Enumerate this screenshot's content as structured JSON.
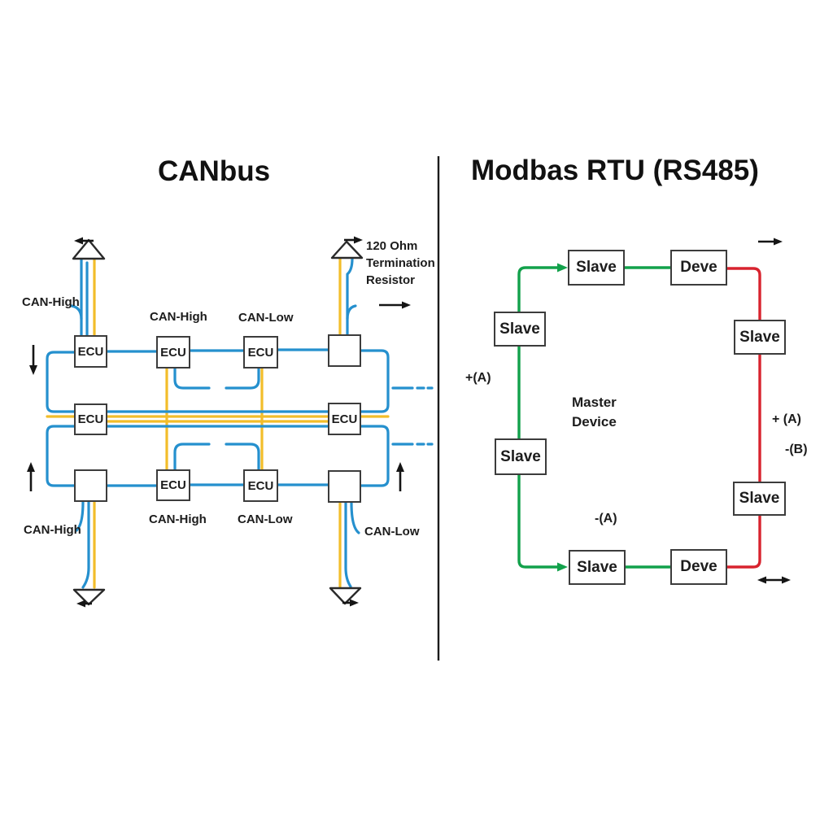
{
  "left": {
    "title": "CANbus",
    "termination_note": [
      "120 Ohm",
      "Termination",
      "Resistor"
    ],
    "wire_labels": [
      {
        "text": "CAN-High"
      },
      {
        "text": "CAN-High"
      },
      {
        "text": "CAN-Low"
      },
      {
        "text": "CAN-High"
      },
      {
        "text": "CAN-High"
      },
      {
        "text": "CAN-Low"
      },
      {
        "text": "CAN-Low"
      }
    ],
    "nodes": [
      {
        "label": "ECU"
      },
      {
        "label": "ECU"
      },
      {
        "label": "ECU"
      },
      {
        "label": ""
      },
      {
        "label": "ECU"
      },
      {
        "label": "ECU"
      },
      {
        "label": ""
      },
      {
        "label": "ECU"
      },
      {
        "label": "ECU"
      },
      {
        "label": ""
      }
    ]
  },
  "right": {
    "title": "Modbas RTU (RS485)",
    "master_label": [
      "Master",
      "Device"
    ],
    "wire_labels": [
      {
        "text": "+(A)"
      },
      {
        "text": "-(A)"
      },
      {
        "text": "+ (A)"
      },
      {
        "text": "-(B)"
      }
    ],
    "nodes": [
      {
        "label": "Slave"
      },
      {
        "label": "Deve"
      },
      {
        "label": "Slave"
      },
      {
        "label": "Slave"
      },
      {
        "label": "Slave"
      },
      {
        "label": "Slave"
      },
      {
        "label": "Slave"
      },
      {
        "label": "Deve"
      }
    ]
  },
  "icons": {
    "arrow_left": "←",
    "arrow_right": "→",
    "arrow_up": "↑",
    "arrow_down": "↓",
    "arrow_both": "↔"
  },
  "colors": {
    "c-blue": "#2590ce",
    "c-yellow": "#f2bd2a",
    "c-green": "#12a14b",
    "c-red": "#d8232e",
    "c-ink": "#1c1c1c",
    "c-box": "#3c3c3c"
  }
}
